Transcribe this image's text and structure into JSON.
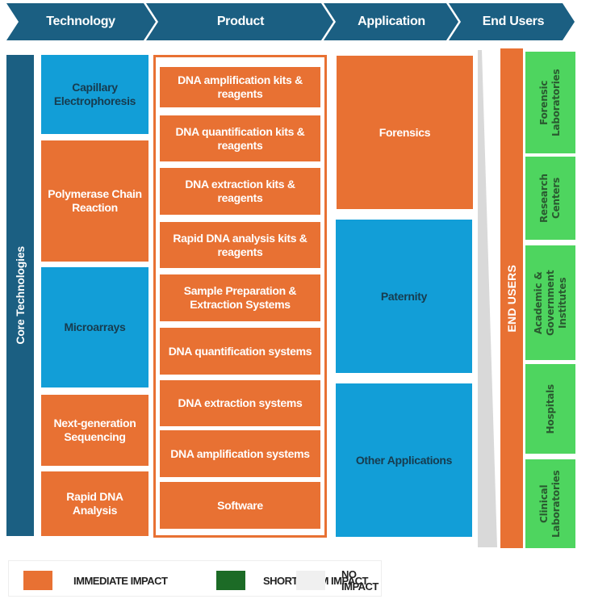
{
  "header": {
    "stages": [
      {
        "label": "Technology"
      },
      {
        "label": "Product"
      },
      {
        "label": "Application"
      },
      {
        "label": "End Users"
      }
    ]
  },
  "technology": {
    "side_label": "Core Technologies",
    "items": [
      {
        "label": "Capillary Electrophoresis",
        "impact": "blue"
      },
      {
        "label": "Polymerase Chain Reaction",
        "impact": "orange"
      },
      {
        "label": "Microarrays",
        "impact": "blue"
      },
      {
        "label": "Next-generation Sequencing",
        "impact": "orange"
      },
      {
        "label": "Rapid DNA Analysis",
        "impact": "orange"
      }
    ]
  },
  "product": {
    "items": [
      {
        "label": "DNA amplification kits & reagents"
      },
      {
        "label": "DNA quantification kits & reagents"
      },
      {
        "label": "DNA extraction kits & reagents"
      },
      {
        "label": "Rapid DNA analysis kits & reagents"
      },
      {
        "label": "Sample Preparation & Extraction Systems"
      },
      {
        "label": "DNA quantification systems"
      },
      {
        "label": "DNA extraction systems"
      },
      {
        "label": "DNA amplification systems"
      },
      {
        "label": "Software"
      }
    ]
  },
  "application": {
    "items": [
      {
        "label": "Forensics",
        "impact": "orange"
      },
      {
        "label": "Paternity",
        "impact": "blue"
      },
      {
        "label": "Other Applications",
        "impact": "blue"
      }
    ]
  },
  "end_users": {
    "side_label": "END USERS",
    "items": [
      {
        "label": "Forensic Laboratories"
      },
      {
        "label": "Research Centers"
      },
      {
        "label": "Academic & Government Institutes"
      },
      {
        "label": "Hospitals"
      },
      {
        "label": "Clinical Laboratories"
      }
    ]
  },
  "legend": {
    "items": [
      {
        "label": "IMMEDIATE IMPACT",
        "color": "#e87133"
      },
      {
        "label": "SHORT-TERM IMPACT",
        "color": "#1c6b26"
      },
      {
        "label": "NO IMPACT",
        "color": "#f0f0f0"
      }
    ]
  },
  "colors": {
    "header": "#1b5f82",
    "orange": "#e87133",
    "blue": "#129ed7",
    "green": "#4ed55f",
    "dark_green": "#1c6b26",
    "grey": "#f0f0f0"
  }
}
